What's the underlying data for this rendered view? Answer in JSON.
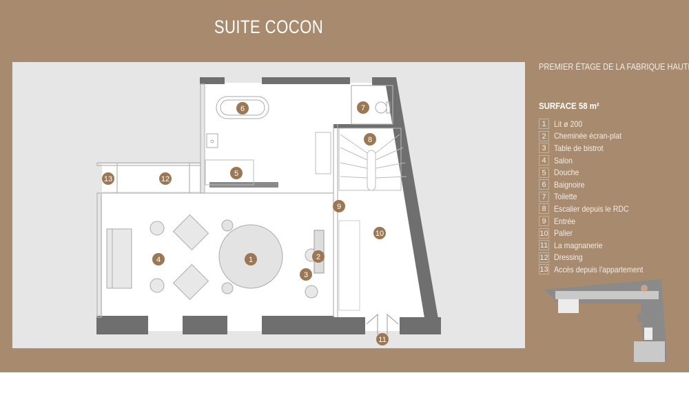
{
  "header": {
    "title": "SUITE COCON"
  },
  "info": {
    "subtitle": "PREMIER ÉTAGE DE LA FABRIQUE HAUTE",
    "surface": "SURFACE 58 m²"
  },
  "legend": [
    {
      "n": "1",
      "label": "Lit ø  200"
    },
    {
      "n": "2",
      "label": "Cheminée écran-plat"
    },
    {
      "n": "3",
      "label": "Table de bistrot"
    },
    {
      "n": "4",
      "label": "Salon"
    },
    {
      "n": "5",
      "label": "Douche"
    },
    {
      "n": "6",
      "label": "Baignoire"
    },
    {
      "n": "7",
      "label": "Toilette"
    },
    {
      "n": "8",
      "label": "Escalier depuis le RDC"
    },
    {
      "n": "9",
      "label": "Entrée"
    },
    {
      "n": "10",
      "label": "Palier"
    },
    {
      "n": "11",
      "label": "La magnanerie"
    },
    {
      "n": "12",
      "label": "Dressing"
    },
    {
      "n": "13",
      "label": "Accès depuis l'appartement"
    }
  ],
  "plan": {
    "markers": [
      "1",
      "2",
      "3",
      "4",
      "5",
      "6",
      "7",
      "8",
      "9",
      "10",
      "11",
      "12",
      "13"
    ]
  },
  "colors": {
    "background": "#a88b6f",
    "panel": "#e6e6e6",
    "wall": "#6f6f6f",
    "marker": "#9b7753"
  }
}
